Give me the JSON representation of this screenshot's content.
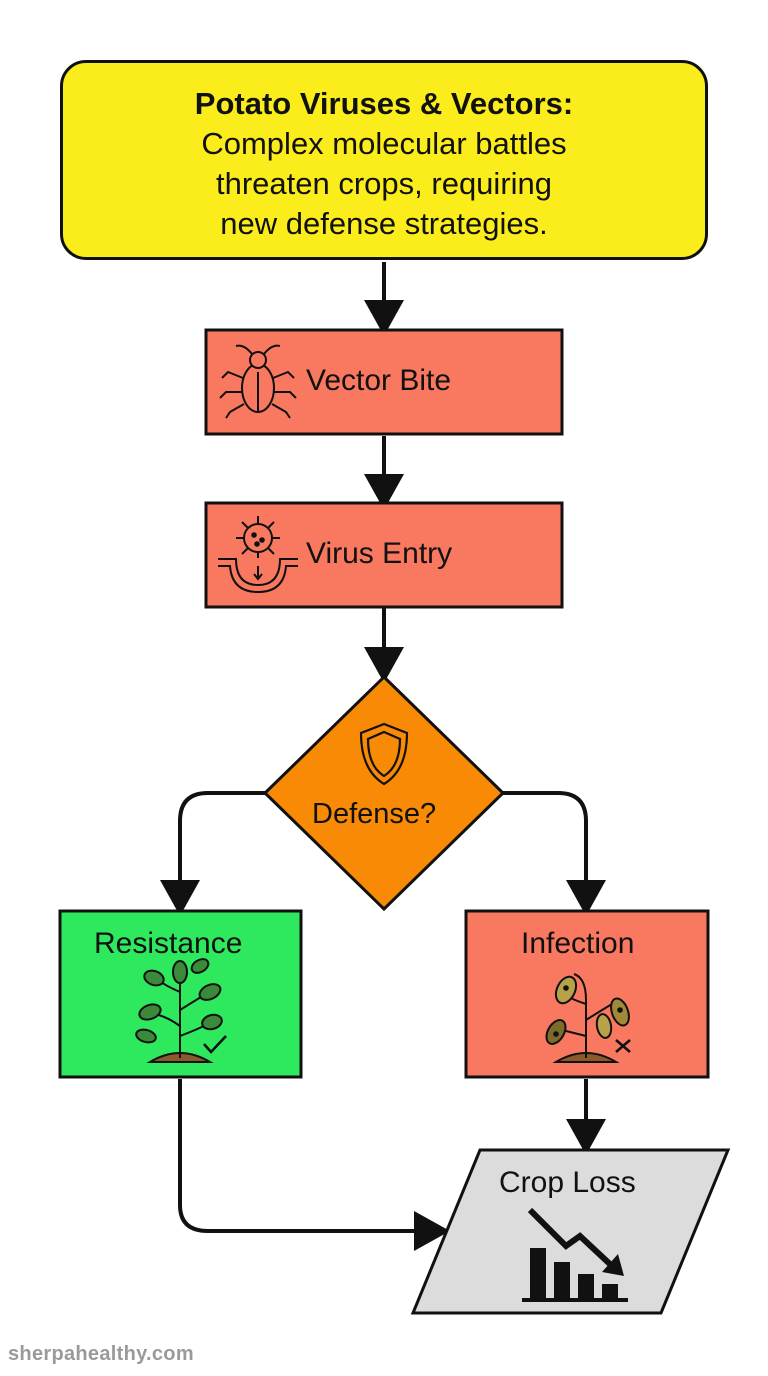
{
  "header": {
    "title": "Potato Viruses & Vectors:",
    "lines": [
      "Complex molecular battles",
      "threaten crops, requiring",
      "new defense strategies."
    ]
  },
  "nodes": {
    "vector_bite": "Vector Bite",
    "virus_entry": "Virus Entry",
    "defense": "Defense?",
    "resistance": "Resistance",
    "infection": "Infection",
    "crop_loss": "Crop Loss"
  },
  "icons": {
    "header_left": "potato-icon",
    "header_right": "virus-icon",
    "vector_bite": "beetle-icon",
    "virus_entry": "virus-entry-icon",
    "defense": "shield-icon",
    "resistance": "healthy-plant-icon",
    "infection": "wilted-plant-icon",
    "crop_loss": "declining-bar-chart-icon"
  },
  "colors": {
    "header": "#fbec1c",
    "process": "#f97860",
    "decision": "#f88a06",
    "resistance": "#2ee85e",
    "crop_loss": "#dcdcdc"
  },
  "watermark": "sherpahealthy.com"
}
